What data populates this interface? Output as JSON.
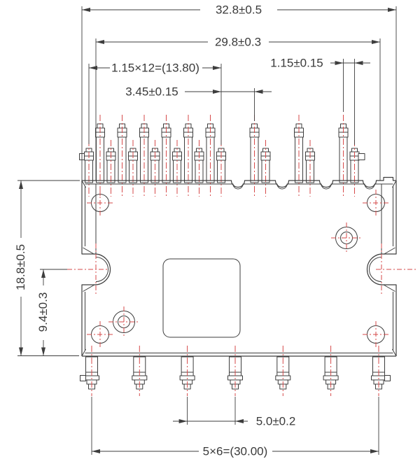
{
  "drawing": {
    "title": "power-module-package-outline-drawing",
    "units": "mm",
    "colors": {
      "line": "#3d3d3d",
      "centerline": "#d64a4a",
      "background": "#ffffff"
    },
    "dimensions": {
      "overall_width": "32.8±0.5",
      "lead_span": "29.8±0.3",
      "top_pitch_group": "1.15×12=(13.80)",
      "top_group_gap": "3.45±0.15",
      "top_pitch": "1.15±0.15",
      "body_height": "18.8±0.5",
      "slot_offset": "9.4±0.3",
      "bottom_pitch": "5.0±0.2",
      "bottom_span": "5×6=(30.00)"
    },
    "counts": {
      "top_pins": 19,
      "bottom_pins": 7,
      "corner_holes": 4,
      "ring_holes": 2,
      "side_slots": 2,
      "edge_notches": 4
    }
  }
}
